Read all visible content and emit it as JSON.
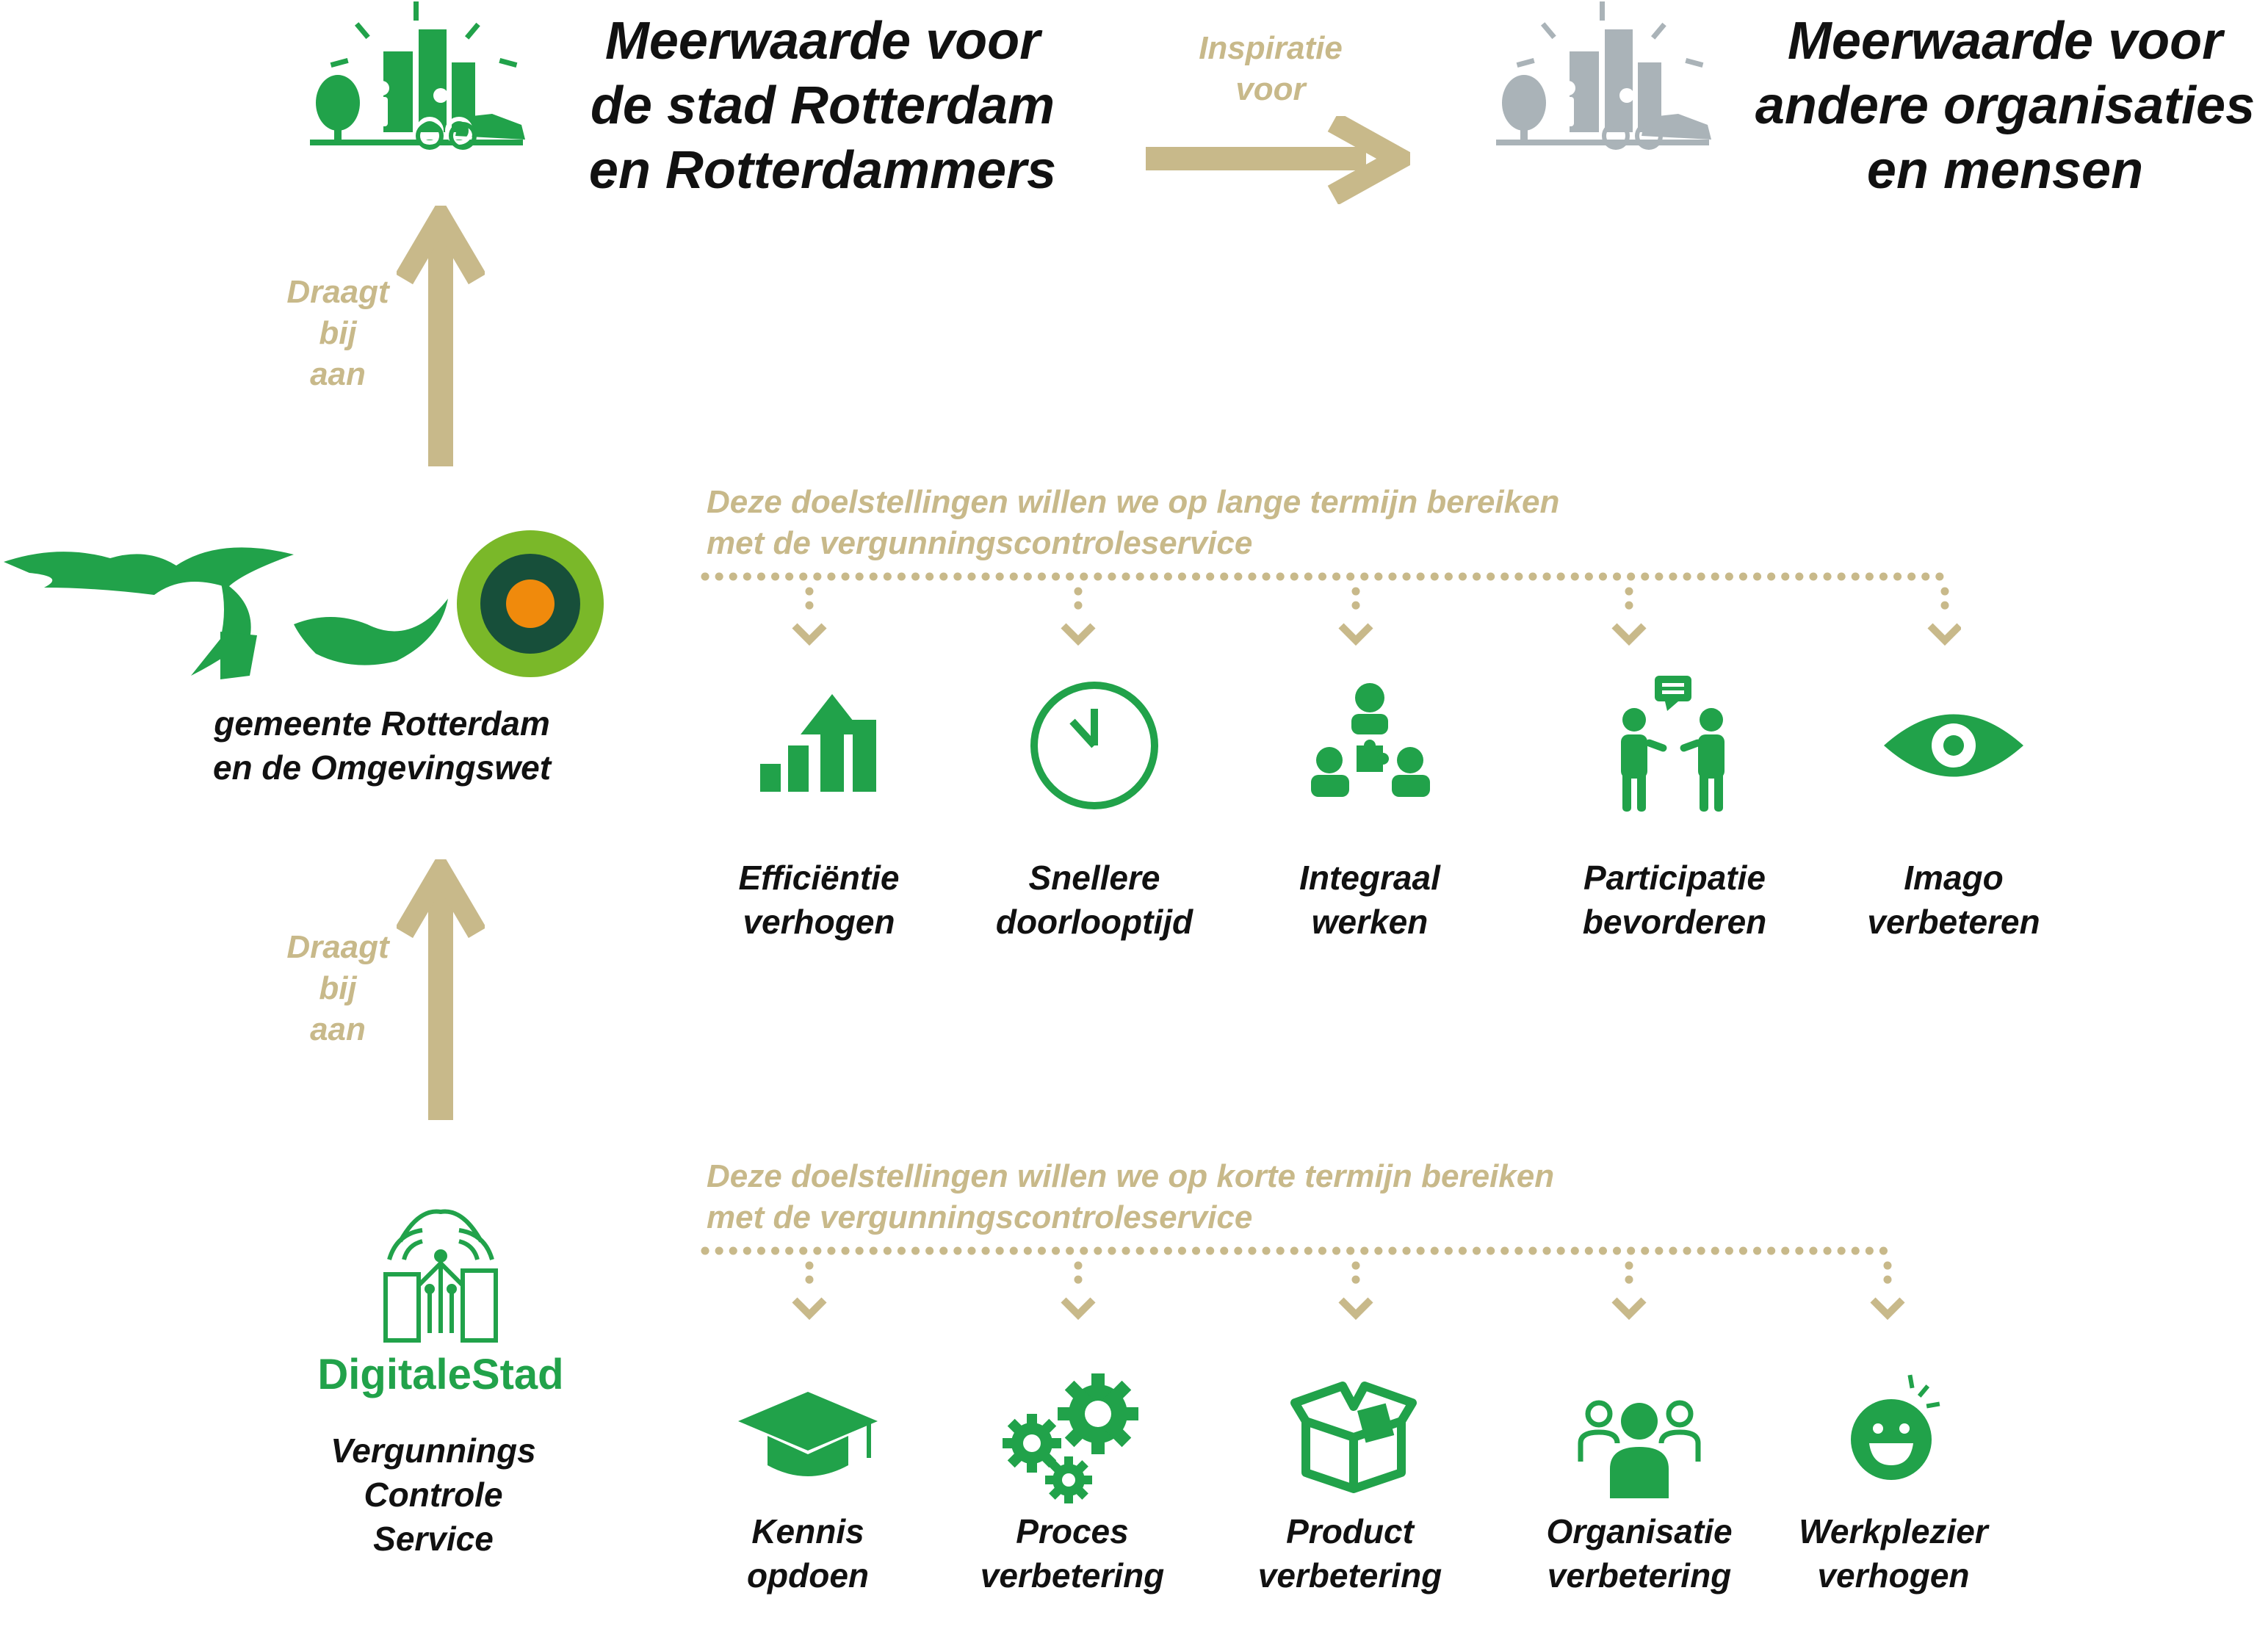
{
  "top": {
    "city_headline": [
      "Meerwaarde voor",
      "de stad Rotterdam",
      "en Rotterdammers"
    ],
    "inspiration_label": [
      "Inspiratie",
      "voor"
    ],
    "others_headline": [
      "Meerwaarde voor",
      "andere organisaties",
      "en mensen"
    ]
  },
  "arrows": {
    "contributes_label": [
      "Draagt",
      "bij",
      "aan"
    ]
  },
  "organization": {
    "name": [
      "gemeente Rotterdam",
      "en de Omgevingswet"
    ]
  },
  "long_term": {
    "intro": [
      "Deze doelstellingen willen we op lange termijn bereiken",
      "met de vergunningscontroleservice"
    ],
    "goals": [
      {
        "icon": "bar-chart-growth-icon",
        "label": [
          "Efficiëntie",
          "verhogen"
        ]
      },
      {
        "icon": "clock-icon",
        "label": [
          "Snellere",
          "doorlooptijd"
        ]
      },
      {
        "icon": "team-puzzle-icon",
        "label": [
          "Integraal",
          "werken"
        ]
      },
      {
        "icon": "people-talking-icon",
        "label": [
          "Participatie",
          "bevorderen"
        ]
      },
      {
        "icon": "eye-icon",
        "label": [
          "Imago",
          "verbeteren"
        ]
      }
    ]
  },
  "service": {
    "logo_text": "DigitaleStad",
    "name": [
      "Vergunnings",
      "Controle",
      "Service"
    ]
  },
  "short_term": {
    "intro": [
      "Deze doelstellingen willen we op korte termijn bereiken",
      "met de vergunningscontroleservice"
    ],
    "goals": [
      {
        "icon": "graduation-cap-icon",
        "label": [
          "Kennis",
          "opdoen"
        ]
      },
      {
        "icon": "gears-icon",
        "label": [
          "Proces",
          "verbetering"
        ]
      },
      {
        "icon": "box-icon",
        "label": [
          "Product",
          "verbetering"
        ]
      },
      {
        "icon": "group-icon",
        "label": [
          "Organisatie",
          "verbetering"
        ]
      },
      {
        "icon": "smiley-icon",
        "label": [
          "Werkplezier",
          "verhogen"
        ]
      }
    ]
  },
  "colors": {
    "green": "#21a24a",
    "tan": "#c8b98a",
    "grey": "#aab3b8",
    "orange": "#f08a0c",
    "dark_green": "#174f3a",
    "light_green": "#7ab829"
  }
}
